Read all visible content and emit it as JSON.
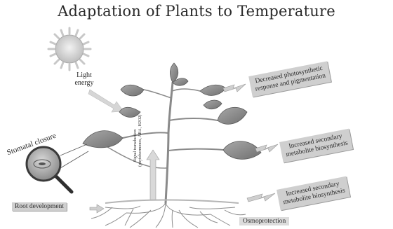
{
  "title": "Adaptation of Plants to Temperature",
  "light": {
    "line1": "Light",
    "line2": "energy"
  },
  "boxes": {
    "photosynthetic": {
      "line1": "Decreased photosynthetic",
      "line2": "response and pigmentation"
    },
    "secondary_1": {
      "line1": "Increased secondary",
      "line2": "metabolite biosynthesis"
    },
    "secondary_2": {
      "line1": "Increased secondary",
      "line2": "metabolite biosynthesis"
    }
  },
  "stomatal": "Stomatal closure",
  "root_development": "Root development",
  "osmoprotection": "Osmoprotection",
  "signal": {
    "line1": "Signal transduction",
    "line2": "(phytohormones, ABA, H2O2)"
  },
  "icons": [
    "sun-icon",
    "magnifier-icon",
    "plant-illustration"
  ]
}
